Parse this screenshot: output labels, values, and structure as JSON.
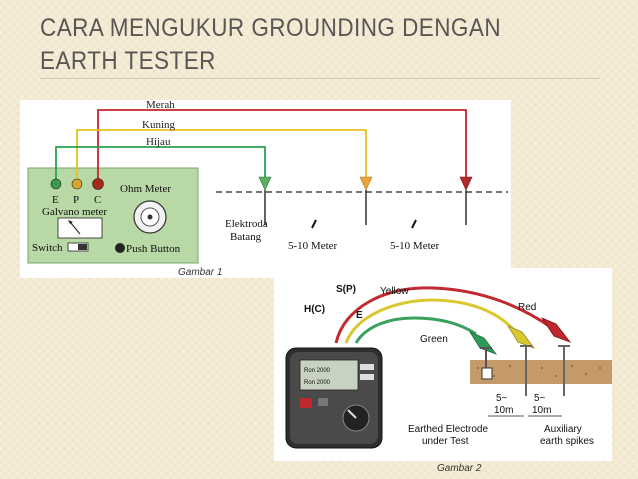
{
  "slide": {
    "title_line1": "CARA MENGUKUR GROUNDING DENGAN",
    "title_line2": "EARTH TESTER"
  },
  "figure1": {
    "caption": "Gambar 1",
    "wires": {
      "red": "Merah",
      "yellow": "Kuning",
      "green": "Hijau"
    },
    "terminals": [
      "E",
      "P",
      "C"
    ],
    "galvano_label": "Galvano meter",
    "ohm_label": "Ohm Meter",
    "switch_label": "Switch",
    "push_label": "Push Button",
    "electrode_label_1": "Elektroda",
    "electrode_label_2": "Batang",
    "distance_1": "5-10 Meter",
    "distance_2": "5-10 Meter",
    "colors": {
      "red": "#c8242a",
      "yellow": "#e8c020",
      "green": "#2aa050",
      "device": "#b8d9a6"
    }
  },
  "figure2": {
    "caption": "Gambar 2",
    "labels": {
      "hc": "H(C)",
      "sp": "S(P)",
      "e": "E",
      "yellow": "Yellow",
      "red": "Red",
      "green": "Green",
      "dist1_top": "5~",
      "dist1_bottom": "10m",
      "dist2_top": "5~",
      "dist2_bottom": "10m",
      "earthed_line1": "Earthed Electrode",
      "earthed_line2": "under Test",
      "aux_line1": "Auxiliary",
      "aux_line2": "earth spikes"
    },
    "screen": {
      "line1": "Ron 2000",
      "line2": "Ron 2000"
    }
  }
}
